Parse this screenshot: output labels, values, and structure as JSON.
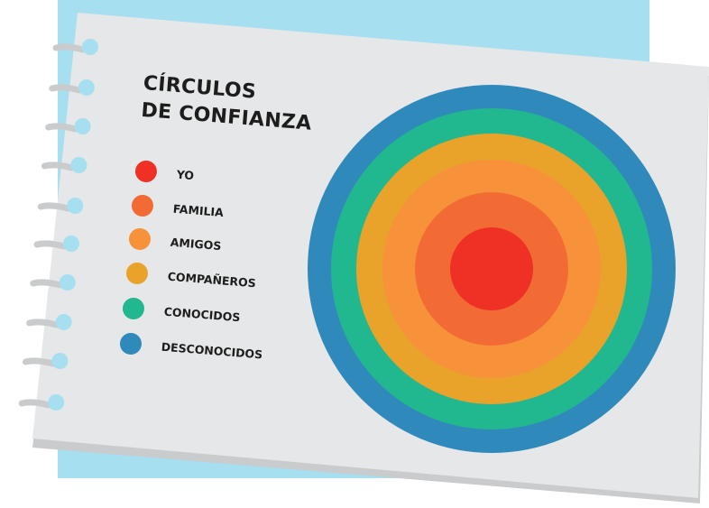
{
  "title_lines": [
    "CÍRCULOS",
    "DE CONFIANZA"
  ],
  "legend": [
    {
      "label": "YO",
      "color": "#ee3124"
    },
    {
      "label": "FAMILIA",
      "color": "#f26b35"
    },
    {
      "label": "AMIGOS",
      "color": "#f7923a"
    },
    {
      "label": "COMPAÑEROS",
      "color": "#e9a22a"
    },
    {
      "label": "CONOCIDOS",
      "color": "#21b78f"
    },
    {
      "label": "DESCONOCIDOS",
      "color": "#2f8abb"
    }
  ],
  "rings_outer_to_inner": [
    "DESCONOCIDOS",
    "CONOCIDOS",
    "COMPAÑEROS",
    "AMIGOS",
    "FAMILIA",
    "YO"
  ],
  "colors": {
    "background_card": "#a6dff0",
    "paper": "#e6e7e8",
    "paper_shadow": "#c9cbcd",
    "text": "#1d1d1d"
  }
}
